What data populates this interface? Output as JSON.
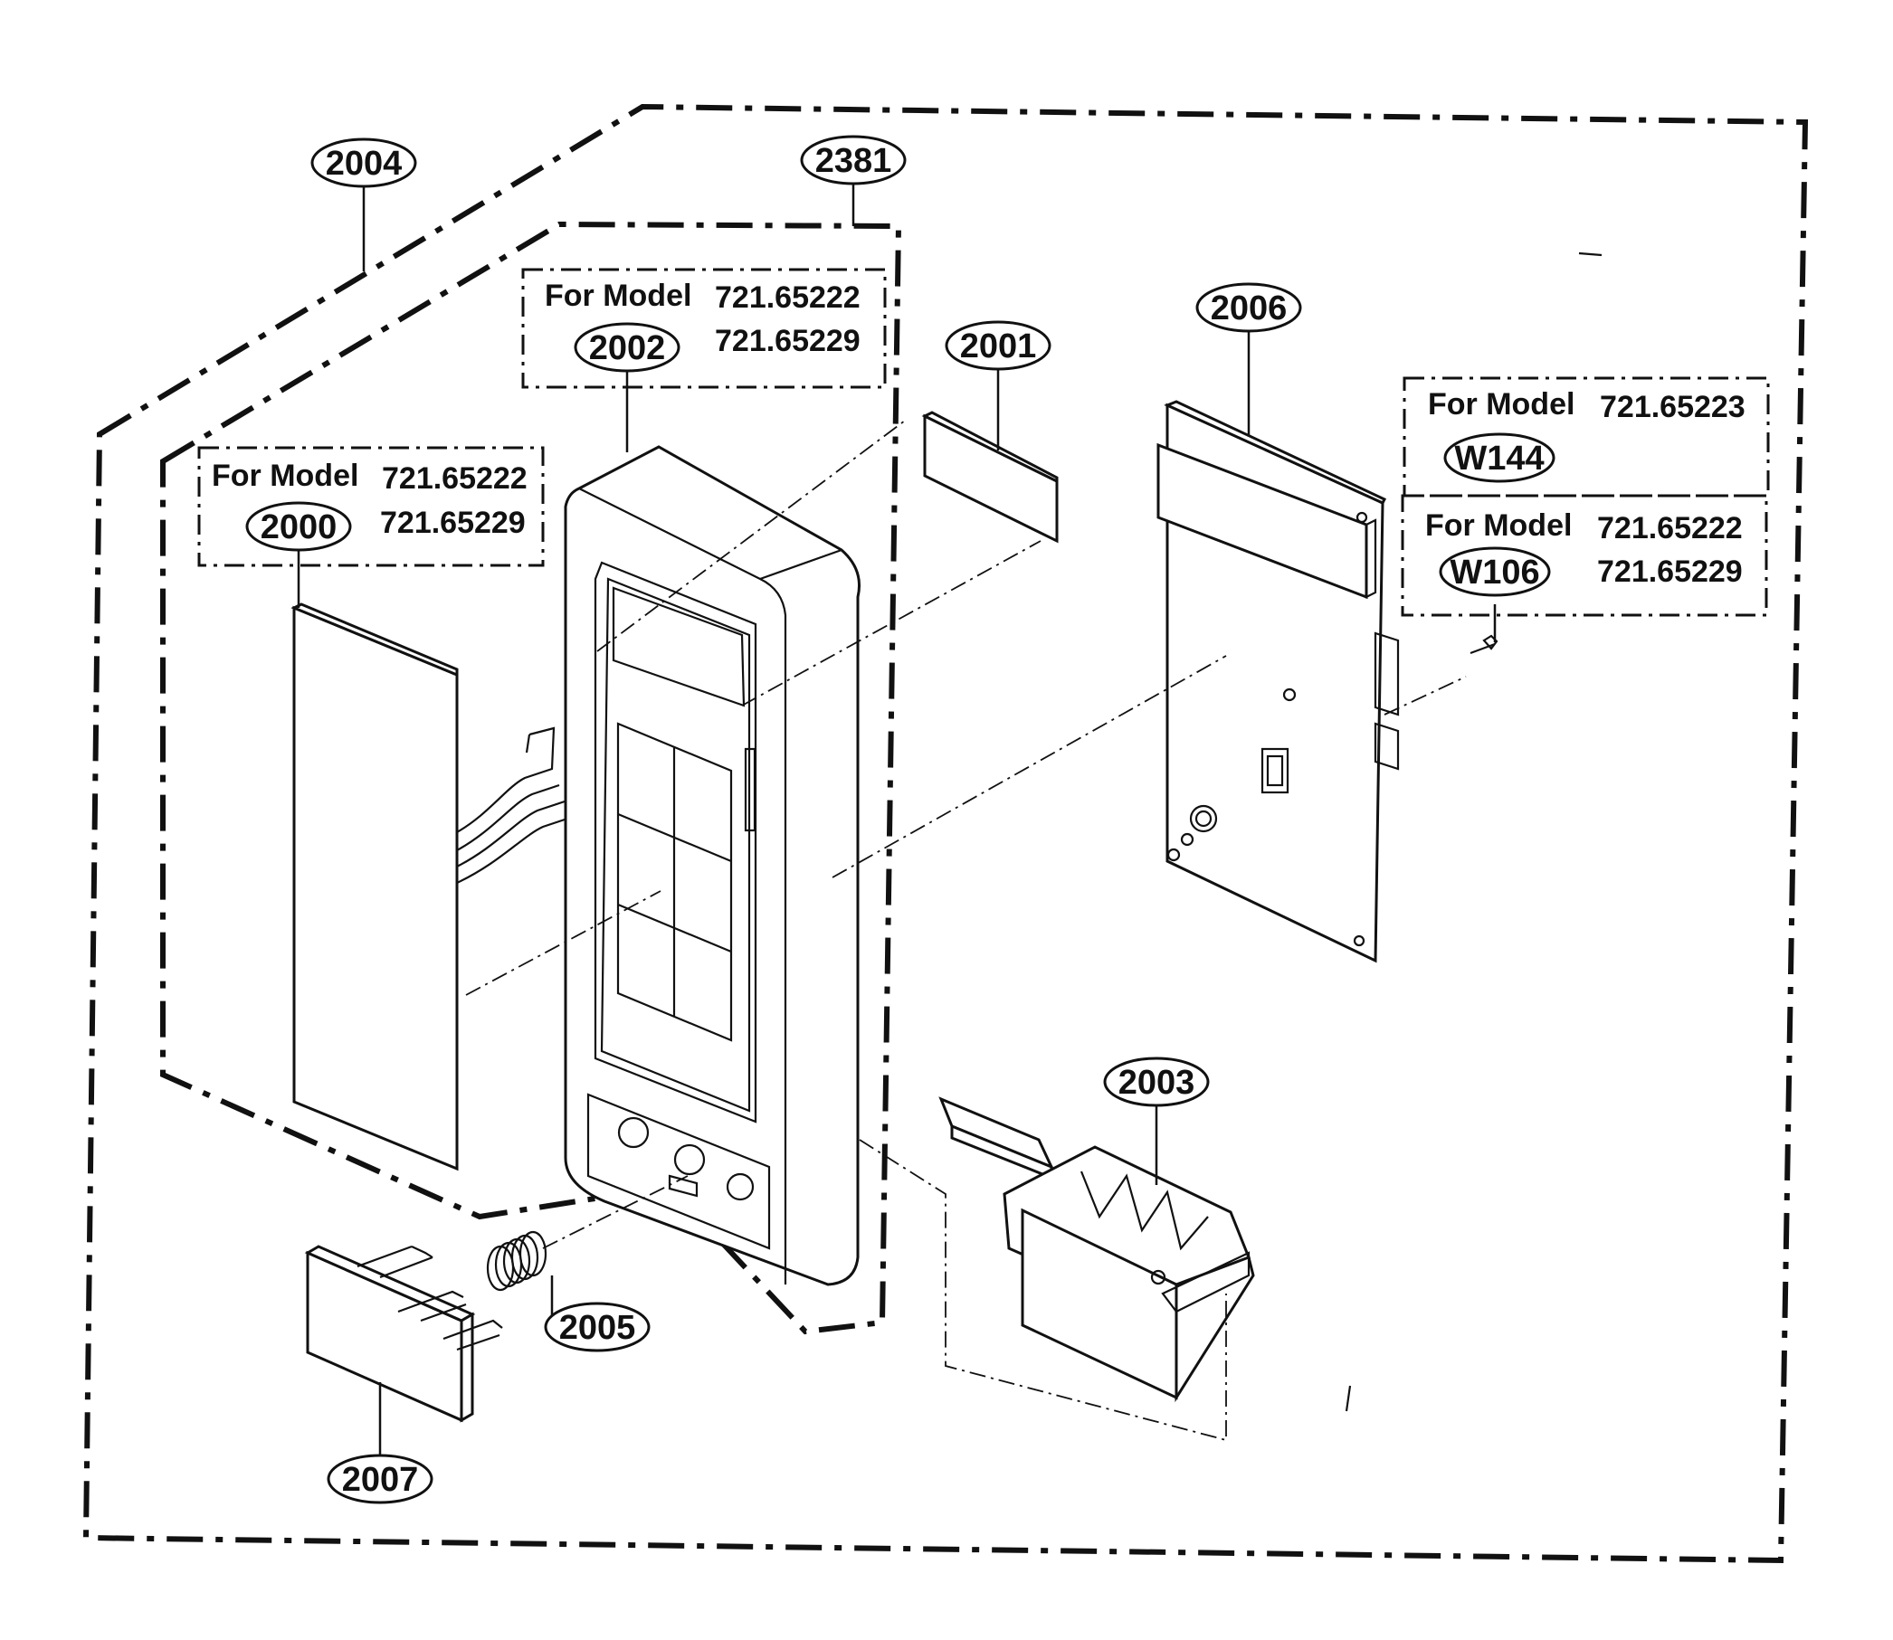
{
  "parts": {
    "p2004": "2004",
    "p2381": "2381",
    "p2002": "2002",
    "p2001": "2001",
    "p2006": "2006",
    "p2000": "2000",
    "p2003": "2003",
    "p2005": "2005",
    "p2007": "2007",
    "w144": "W144",
    "w106": "W106"
  },
  "model_notes": {
    "for_model": "For Model",
    "m65222": "721.65222",
    "m65229": "721.65229",
    "m65223": "721.65223"
  }
}
